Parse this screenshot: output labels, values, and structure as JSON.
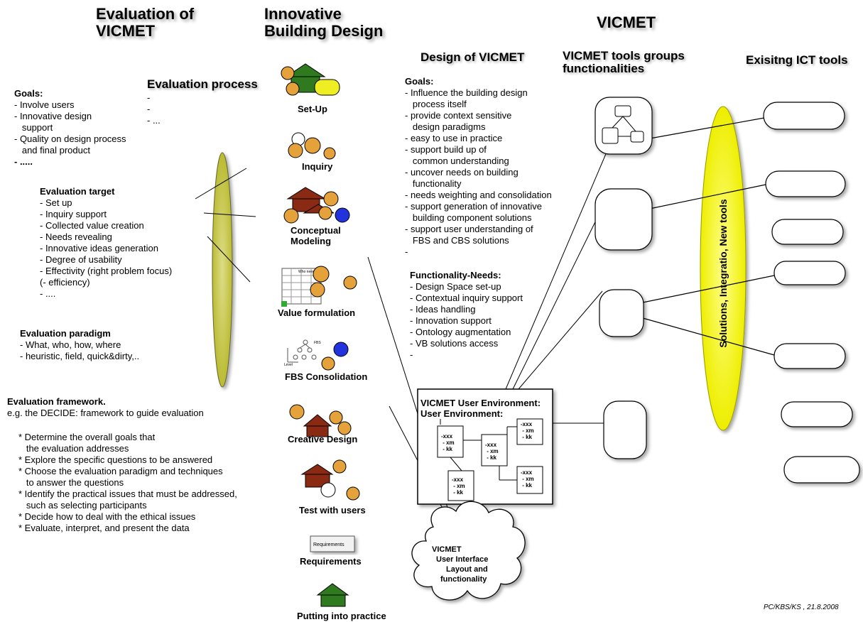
{
  "headers": {
    "evaluation": "Evaluation of\nVICMET",
    "innovative": "Innovative\nBuilding Design",
    "vicmet": "VICMET",
    "design_of_vicmet": "Design of VICMET",
    "tools_groups": "VICMET tools groups\nfunctionalities",
    "existing_ict": "Exisitng ICT tools"
  },
  "evaluation_process": {
    "title": "Evaluation process",
    "items": "-\n-\n- ..."
  },
  "goals_left": {
    "title": "Goals:",
    "items": "- Involve users\n- Innovative design\n   support\n- Quality on design process\n   and final product",
    "more": "- ....."
  },
  "evaluation_target": {
    "title": "Evaluation target",
    "items": "- Set up\n- Inquiry support\n- Collected value creation\n- Needs revealing\n- Innovative ideas generation\n- Degree of usability\n- Effectivity (right problem focus)\n(- efficiency)\n- ...."
  },
  "evaluation_paradigm": {
    "title": "Evaluation paradigm",
    "items": "- What, who, how, where\n- heuristic, field, quick&dirty,.."
  },
  "evaluation_framework": {
    "title": "Evaluation framework.",
    "subtitle": "e.g. the DECIDE: framework to guide evaluation",
    "items": "* Determine the overall goals that\n   the evaluation addresses\n* Explore the specific questions to be answered\n* Choose the evaluation paradigm and techniques\n   to answer the questions\n* Identify the practical issues that must be addressed,\n   such as selecting participants\n* Decide how to deal with the ethical issues\n* Evaluate, interpret, and present the data"
  },
  "stages": {
    "setup": "Set-Up",
    "inquiry": "Inquiry",
    "conceptual": "Conceptual\nModeling",
    "value": "Value formulation",
    "fbs": "FBS Consolidation",
    "creative": "Creative Design",
    "test": "Test with users",
    "requirements": "Requirements",
    "putting": "Putting into practice",
    "requirements_doc": "Requirements",
    "value_grid_label": "Who needs",
    "fbs_small_label": "FBS",
    "level_label": "Level"
  },
  "goals_right": {
    "title": "Goals:",
    "items": "- Influence the building design\n   process itself\n- provide context sensitive\n   design paradigms\n- easy to use in practice\n- support build up of\n   common understanding\n- uncover needs on building\n   functionality\n- needs weighting and consolidation\n- support generation of innovative\n   building component solutions\n- support user understanding of\n   FBS and CBS solutions\n-"
  },
  "functionality_needs": {
    "title": "Functionality-Needs:",
    "items": "- Design Space set-up\n- Contextual inquiry support\n- Ideas handling\n- Innovation support\n- Ontology augmentation\n- VB solutions access\n-"
  },
  "user_env": {
    "title1": "VICMET User Environment:",
    "title2": "User Environment:",
    "box_text": "-xxx\n - xm\n - kk"
  },
  "cloud": {
    "line1": "VICMET",
    "line2": "User Interface",
    "line3": "Layout and",
    "line4": "functionality"
  },
  "ellipse_label": "Solutions, Integratio, New tools",
  "footer": "PC/KBS/KS , 21.8.2008",
  "colors": {
    "yellow_ellipse": "#ffff44",
    "olive_ellipse": "#cccc55",
    "house_roof": "#8b2a12",
    "house_green": "#2f7a1e",
    "blue_face": "#2233dd",
    "face": "#e5a23a"
  }
}
